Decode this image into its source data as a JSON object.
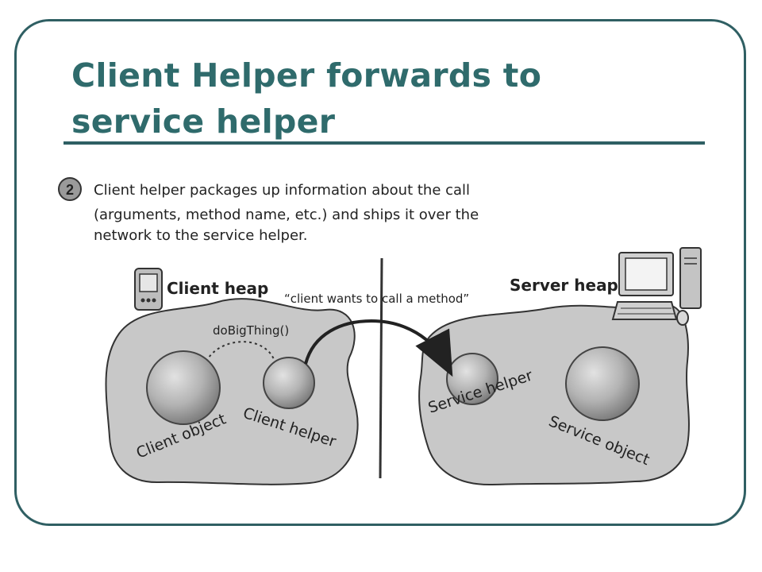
{
  "slide": {
    "title_line1": "Client Helper forwards to",
    "title_line2": "service helper"
  },
  "step": {
    "number": "2",
    "text_lines": [
      "Client helper packages up information about the call",
      "(arguments, method name, etc.) and ships it over the",
      "network to the service helper."
    ]
  },
  "diagram": {
    "client_heap_label": "Client heap",
    "server_heap_label": "Server heap",
    "network_label": "“client wants to call a method”",
    "method_label": "doBigThing()",
    "client_object_label": "Client object",
    "client_helper_label": "Client helper",
    "service_helper_label": "Service helper",
    "service_object_label": "Service object",
    "colors": {
      "title": "#2f6b6c",
      "frame": "#2f5f63",
      "heap_fill": "#c8c8c8",
      "sphere": "#a9a9a9"
    }
  }
}
